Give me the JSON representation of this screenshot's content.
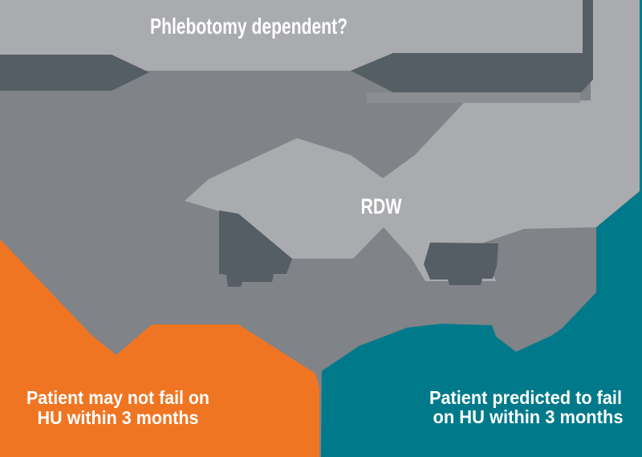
{
  "diagram": {
    "question": "Phlebotomy dependent?",
    "node_label": "RDW",
    "outcome_negative": {
      "line1": "Patient may not fail on",
      "line2": "HU within 3 months"
    },
    "outcome_positive": {
      "line1": "Patient predicted to fail",
      "line2": "on HU within 3 months"
    }
  },
  "colors": {
    "medium_gray": "#808387",
    "light_gray": "#A9ABAE",
    "dark_slate": "#555E64",
    "shadow_gray": "#8B8E92",
    "orange": "#F07522",
    "teal": "#007A8A",
    "text_white": "#FFFFFF"
  }
}
